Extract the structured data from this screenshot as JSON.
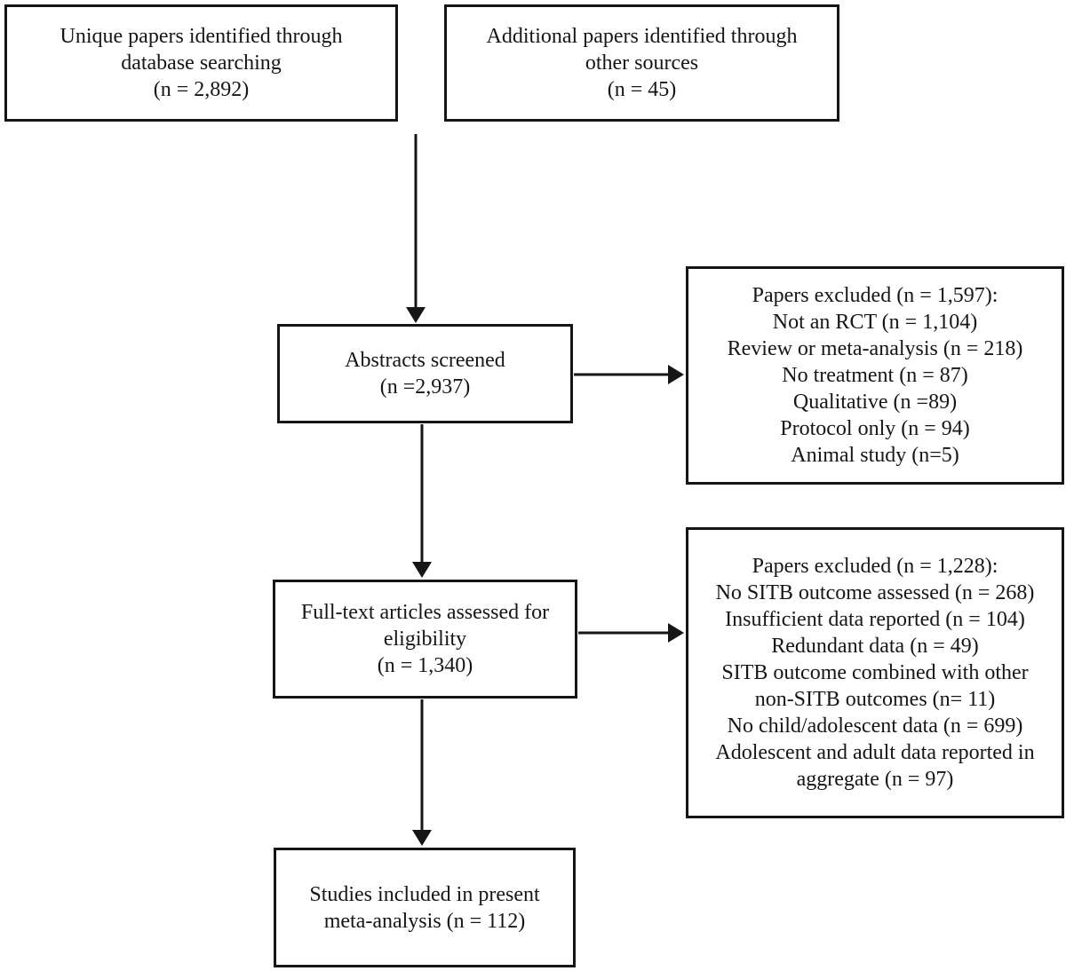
{
  "colors": {
    "ink": "#161616",
    "background": "#ffffff"
  },
  "boxes": {
    "identified_database": {
      "lines": [
        "Unique papers identified through",
        "database searching",
        "(n = 2,892)"
      ],
      "count": 2892
    },
    "identified_other": {
      "lines": [
        "Additional papers identified through",
        "other sources",
        "(n = 45)"
      ],
      "count": 45
    },
    "abstracts_screened": {
      "lines": [
        "Abstracts screened",
        "(n =2,937)"
      ],
      "count": 2937
    },
    "excluded_screening": {
      "lines": [
        "Papers excluded (n = 1,597):",
        "Not an RCT (n = 1,104)",
        "Review or meta-analysis (n = 218)",
        "No treatment (n = 87)",
        "Qualitative (n =89)",
        "Protocol only (n = 94)",
        "Animal study (n=5)"
      ],
      "count": 1597,
      "reasons": [
        {
          "label": "Not an RCT",
          "n": 1104
        },
        {
          "label": "Review or meta-analysis",
          "n": 218
        },
        {
          "label": "No treatment",
          "n": 87
        },
        {
          "label": "Qualitative",
          "n": 89
        },
        {
          "label": "Protocol only",
          "n": 94
        },
        {
          "label": "Animal study",
          "n": 5
        }
      ]
    },
    "full_text_assessed": {
      "lines": [
        "Full-text articles assessed for",
        "eligibility",
        "(n = 1,340)"
      ],
      "count": 1340
    },
    "excluded_full_text": {
      "lines": [
        "Papers excluded (n = 1,228):",
        "No SITB outcome assessed (n = 268)",
        "Insufficient data reported (n = 104)",
        "Redundant data (n = 49)",
        "SITB outcome combined with other",
        "non-SITB outcomes (n= 11)",
        "No child/adolescent data (n = 699)",
        "Adolescent and adult data reported in",
        "aggregate (n = 97)"
      ],
      "count": 1228,
      "reasons": [
        {
          "label": "No SITB outcome assessed",
          "n": 268
        },
        {
          "label": "Insufficient data reported",
          "n": 104
        },
        {
          "label": "Redundant data",
          "n": 49
        },
        {
          "label": "SITB outcome combined with other non-SITB outcomes",
          "n": 11
        },
        {
          "label": "No child/adolescent data",
          "n": 699
        },
        {
          "label": "Adolescent and adult data reported in aggregate",
          "n": 97
        }
      ]
    },
    "included": {
      "lines": [
        "Studies included in present",
        "meta-analysis (n = 112)"
      ],
      "count": 112
    }
  }
}
